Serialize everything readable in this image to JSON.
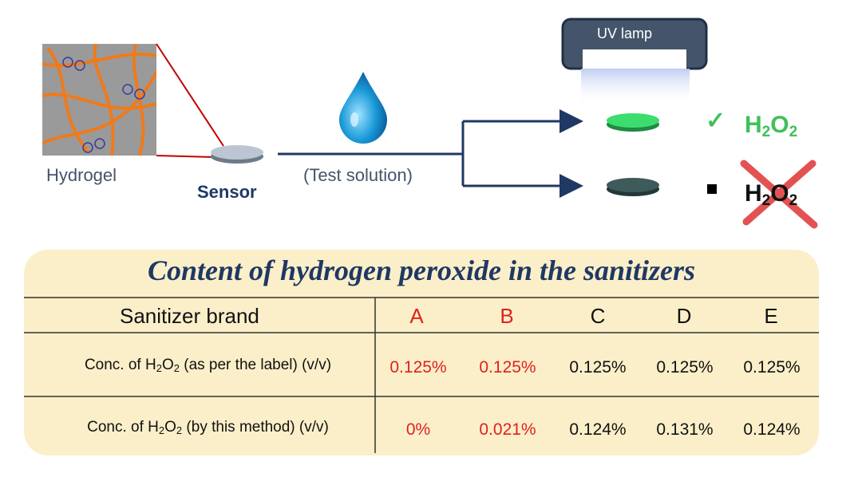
{
  "labels": {
    "hydrogel": "Hydrogel",
    "sensor": "Sensor",
    "test_solution": "(Test solution)",
    "uv_lamp": "UV lamp"
  },
  "results": {
    "positive": {
      "mark": "✓",
      "chem_main": "H",
      "sub1": "2",
      "chem_mid": "O",
      "sub2": "2",
      "color": "#3ec05a"
    },
    "negative": {
      "mark": "▪",
      "chem_main": "H",
      "sub1": "2",
      "chem_mid": "O",
      "sub2": "2",
      "cross_color": "#e04040"
    }
  },
  "colors": {
    "sensor_positive": "#3ddc6e",
    "sensor_negative": "#3f5a5a",
    "arrow": "#1f3864",
    "hydrogel_bg": "#9a9a9a",
    "hydrogel_fibers": "#f07a1a",
    "table_bg": "#fbefc9"
  },
  "table": {
    "title": "Content of  hydrogen peroxide in the sanitizers",
    "header_label": "Sanitizer brand",
    "brands": [
      "A",
      "B",
      "C",
      "D",
      "E"
    ],
    "rows": [
      {
        "pre": "Conc. of H",
        "s1": "2",
        "mid": "O",
        "s2": "2",
        "post": " (as per the label) (v/v)",
        "values": [
          "0.125%",
          "0.125%",
          "0.125%",
          "0.125%",
          "0.125%"
        ]
      },
      {
        "pre": "Conc. of H",
        "s1": "2",
        "mid": "O",
        "s2": "2",
        "post": " (by this method) (v/v)",
        "values": [
          "0%",
          "0.021%",
          "0.124%",
          "0.131%",
          "0.124%"
        ]
      }
    ],
    "highlight_color": "#e02020"
  }
}
